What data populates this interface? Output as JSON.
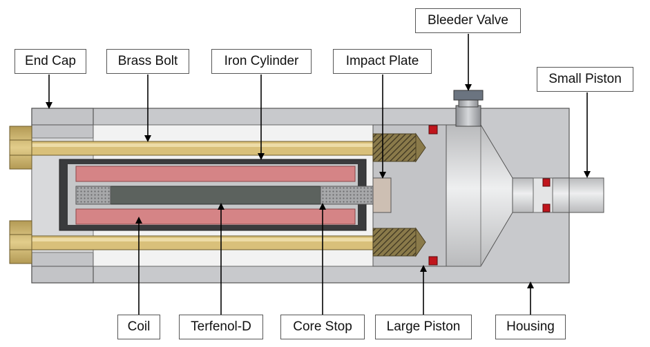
{
  "labels": {
    "end_cap": "End Cap",
    "brass_bolt": "Brass Bolt",
    "iron_cylinder": "Iron Cylinder",
    "impact_plate": "Impact Plate",
    "bleeder_valve": "Bleeder Valve",
    "small_piston": "Small Piston",
    "coil": "Coil",
    "terfenol_d": "Terfenol-D",
    "core_stop": "Core Stop",
    "large_piston": "Large Piston",
    "housing": "Housing"
  },
  "colors": {
    "housing": "#c8c9cc",
    "housing_dark": "#a9abaf",
    "brass": "#d9c07a",
    "coil": "#d58486",
    "iron": "#3a3b3d",
    "terfenol": "#5c625e",
    "core_stop": "#8e8f91",
    "impact_plate": "#cdbfb3",
    "seal": "#c0151c"
  }
}
